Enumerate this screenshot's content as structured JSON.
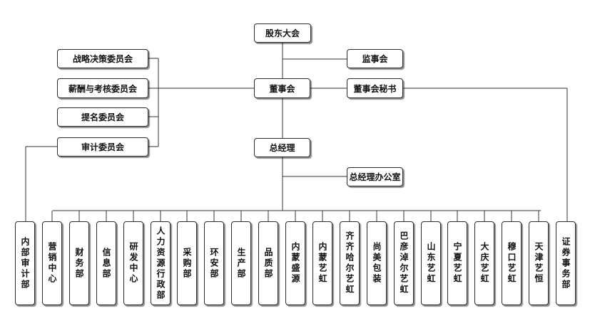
{
  "diagram": {
    "top": {
      "shareholders": "股东大会",
      "supervisory": "监事会",
      "board": "董事会",
      "board_secretary": "董事会秘书",
      "general_manager": "总经理",
      "gm_office": "总经理办公室"
    },
    "committees": [
      "战略决策委员会",
      "薪酬与考核委员会",
      "提名委员会",
      "审计委员会"
    ],
    "departments": [
      "内部审计部",
      "营销中心",
      "财务部",
      "信息部",
      "研发中心",
      "人力资源行政部",
      "采购部",
      "环安部",
      "生产部",
      "品质部",
      "内蒙盛源",
      "内蒙艺虹",
      "齐齐哈尔艺虹",
      "尚美包装",
      "巴彦淖尔艺虹",
      "山东艺虹",
      "宁夏艺虹",
      "大庆艺虹",
      "穆口艺虹",
      "天津艺恒",
      "证券事务部"
    ]
  }
}
